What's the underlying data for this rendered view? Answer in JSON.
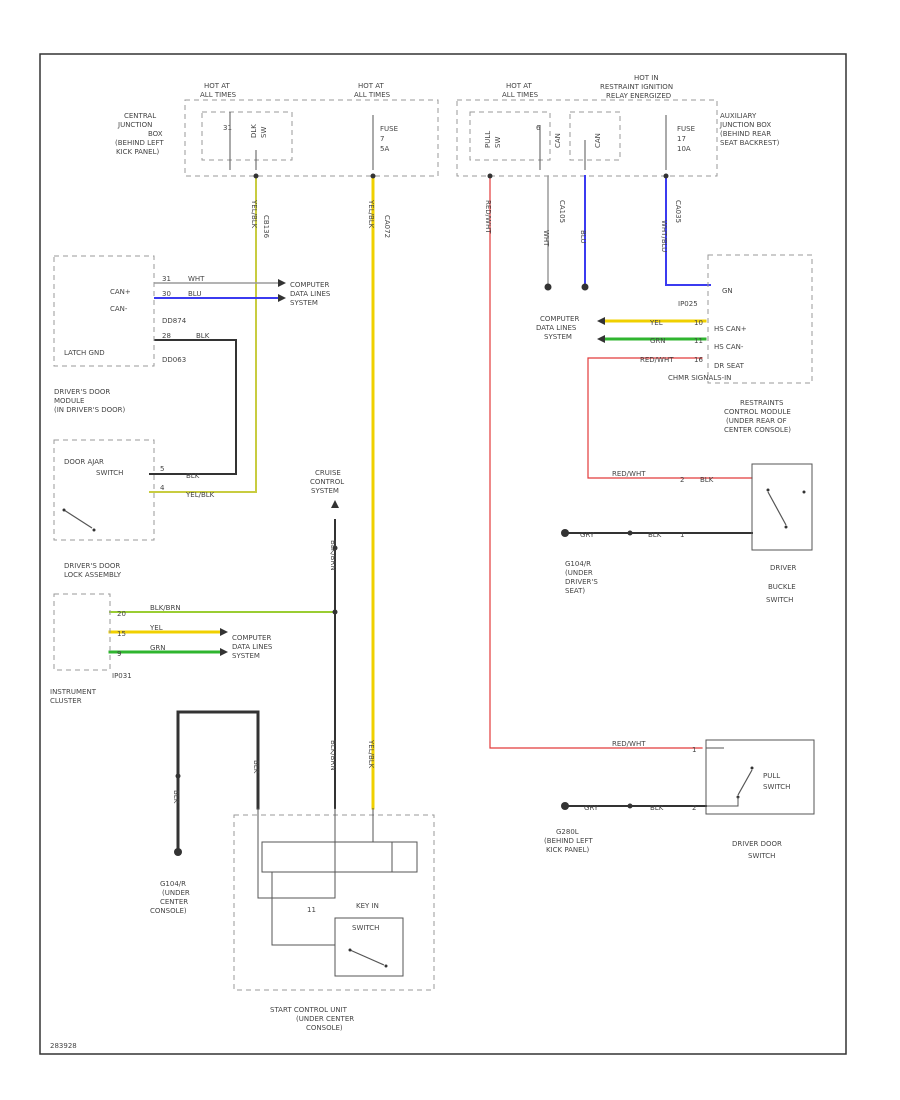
{
  "colors": {
    "yellow": "#f0d000",
    "yelblk": "#c8cc40",
    "blue": "#3b3bf0",
    "green": "#2fb52f",
    "ylgreen": "#9acd32",
    "red": "#e23a3a",
    "gray": "#9a9a9a",
    "black": "#333333"
  },
  "power": {
    "hot_a": "HOT AT",
    "hot_a2": "ALL TIMES",
    "hot_b": "HOT AT",
    "hot_b2": "ALL TIMES",
    "hot_c": "HOT AT",
    "hot_c2": "ALL TIMES",
    "hot_d": "HOT IN",
    "hot_d2": "RESTRAINT IGNITION",
    "hot_d3": "RELAY ENERGIZED"
  },
  "cjb": {
    "l1": "CENTRAL",
    "l2": "JUNCTION",
    "l3": "BOX",
    "l4": "(BEHIND LEFT",
    "l5": "KICK PANEL)",
    "pin_a": "31",
    "pin_b": "DLK",
    "pin_c": "SW",
    "fuse": "FUSE",
    "fuse_num": "7",
    "fuse_amp": "5A",
    "conn_a": "CB136",
    "conn_b": "CA072"
  },
  "ajb": {
    "l1": "AUXILIARY",
    "l2": "JUNCTION BOX",
    "l3": "(BEHIND REAR",
    "l4": "SEAT BACKREST)",
    "pin_a": "PULL",
    "pin_b": "SW",
    "pin_c": "6",
    "pin_d": "CAN",
    "pin_e": "CAN",
    "fuse": "FUSE",
    "fuse_num": "17",
    "fuse_amp": "10A",
    "conn_a": "CA105",
    "conn_b": "CA035"
  },
  "ddm": {
    "can_h": "CAN+",
    "can_l": "CAN-",
    "latch": "LATCH GND",
    "c1": "DD874",
    "c2": "DD063",
    "n1": "DRIVER'S DOOR",
    "n2": "MODULE",
    "n3": "(IN DRIVER'S DOOR)",
    "w1": "WHT",
    "w2": "BLU",
    "w3": "BLK",
    "p1": "31",
    "p2": "30",
    "p3": "28"
  },
  "cdl1": {
    "l1": "COMPUTER",
    "l2": "DATA LINES",
    "l3": "SYSTEM"
  },
  "ajar": {
    "l1": "DOOR AJAR",
    "l2": "SWITCH",
    "w1": "BLK",
    "w2": "YEL/BLK",
    "p1": "5",
    "p2": "4",
    "lock1": "DRIVER'S DOOR",
    "lock2": "LOCK ASSEMBLY"
  },
  "cruise": {
    "l1": "CRUISE",
    "l2": "CONTROL",
    "l3": "SYSTEM",
    "wire": "BLK/BRN"
  },
  "cluster": {
    "p1": "20",
    "p2": "15",
    "p3": "9",
    "w1": "BLK/BRN",
    "w2": "YEL",
    "w3": "GRN",
    "conn": "IP031",
    "n1": "INSTRUMENT",
    "n2": "CLUSTER"
  },
  "cdl2": {
    "l1": "COMPUTER",
    "l2": "DATA LINES",
    "l3": "SYSTEM"
  },
  "ignsw": {
    "w1": "BLK",
    "w2": "BLK/BRN",
    "w3": "YEL/BLK",
    "pin": "11",
    "key1": "KEY IN",
    "key2": "SWITCH",
    "n1": "START CONTROL UNIT",
    "n2": "(UNDER CENTER",
    "n3": "CONSOLE)",
    "g1": "G104/R",
    "g2": "(UNDER",
    "g3": "CENTER",
    "g4": "CONSOLE)",
    "gw": "BLK"
  },
  "rcm": {
    "wire_a": "WHT",
    "wire_b": "BLU",
    "wire_c": "WHT/BLU",
    "ground": "G",
    "pin_g": "GN",
    "conn": "IP025",
    "can_h": "HS CAN+",
    "can_l": "HS CAN-",
    "chime": "DR SEAT",
    "chime2": "CHMR SIGNALS-IN",
    "w1": "YEL",
    "w2": "GRN",
    "w3": "RED/WHT",
    "p1": "10",
    "p2": "11",
    "p3": "16",
    "cdl_1": "COMPUTER",
    "cdl_2": "DATA LINES",
    "cdl_3": "SYSTEM",
    "n1": "RESTRAINTS",
    "n2": "CONTROL MODULE",
    "n3": "(UNDER REAR OF",
    "n4": "CENTER CONSOLE)"
  },
  "buckle": {
    "w_red": "RED/WHT",
    "w_blk": "BLK",
    "w_gray": "GRY",
    "p1": "2",
    "p2": "1",
    "g1": "G104/R",
    "g2": "(UNDER",
    "g3": "DRIVER'S",
    "g4": "SEAT)",
    "n1": "DRIVER",
    "n2": "BUCKLE",
    "n3": "SWITCH"
  },
  "doorsw": {
    "w_red": "RED/WHT",
    "w_blk": "BLK",
    "w_gray": "GRY",
    "p1": "1",
    "p2": "2",
    "pull1": "PULL",
    "pull2": "SWITCH",
    "g1": "G280L",
    "g2": "(BEHIND LEFT",
    "g3": "KICK PANEL)",
    "n1": "DRIVER DOOR",
    "n2": "SWITCH"
  },
  "footer": {
    "code": "283928"
  }
}
